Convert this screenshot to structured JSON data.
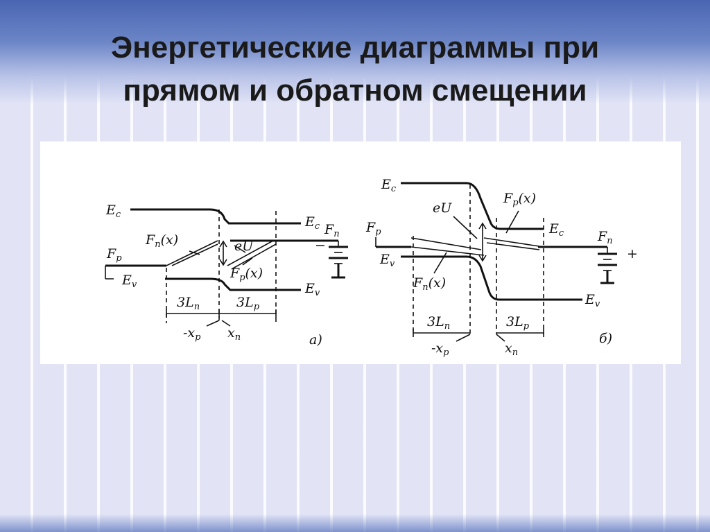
{
  "slide": {
    "title_line1": "Энергетические диаграммы при",
    "title_line2": "прямом и обратном смещении"
  },
  "diagram_a": {
    "ec": "E",
    "ec_sub": "c",
    "ev": "E",
    "ev_sub": "v",
    "ec_right": "E",
    "ec_right_sub": "c",
    "ev_right": "E",
    "ev_right_sub": "v",
    "fp": "F",
    "fp_sub": "p",
    "fn": "F",
    "fn_sub": "п",
    "fn_x": "F",
    "fn_x_sub": "п",
    "fn_x_arg": "(x)",
    "fp_x": "F",
    "fp_x_sub": "p",
    "fp_x_arg": "(x)",
    "eu": "eU",
    "len_n": "3L",
    "len_n_sub": "п",
    "len_p": "3L",
    "len_p_sub": "p",
    "xp": "-x",
    "xp_sub": "p",
    "xn": "x",
    "xn_sub": "п",
    "caption": "а)",
    "battery_sign": "−"
  },
  "diagram_b": {
    "ec": "E",
    "ec_sub": "c",
    "ev": "E",
    "ev_sub": "v",
    "ec_right": "E",
    "ec_right_sub": "c",
    "ev_right": "E",
    "ev_right_sub": "v",
    "fp": "F",
    "fp_sub": "p",
    "fn": "F",
    "fn_sub": "п",
    "fn_x": "F",
    "fn_x_sub": "п",
    "fn_x_arg": "(x)",
    "fp_x": "F",
    "fp_x_sub": "p",
    "fp_x_arg": "(x)",
    "eu": "eU",
    "len_n": "3L",
    "len_n_sub": "п",
    "len_p": "3L",
    "len_p_sub": "p",
    "xp": "-x",
    "xp_sub": "p",
    "xn": "x",
    "xn_sub": "п",
    "caption": "б)",
    "battery_sign": "+"
  }
}
